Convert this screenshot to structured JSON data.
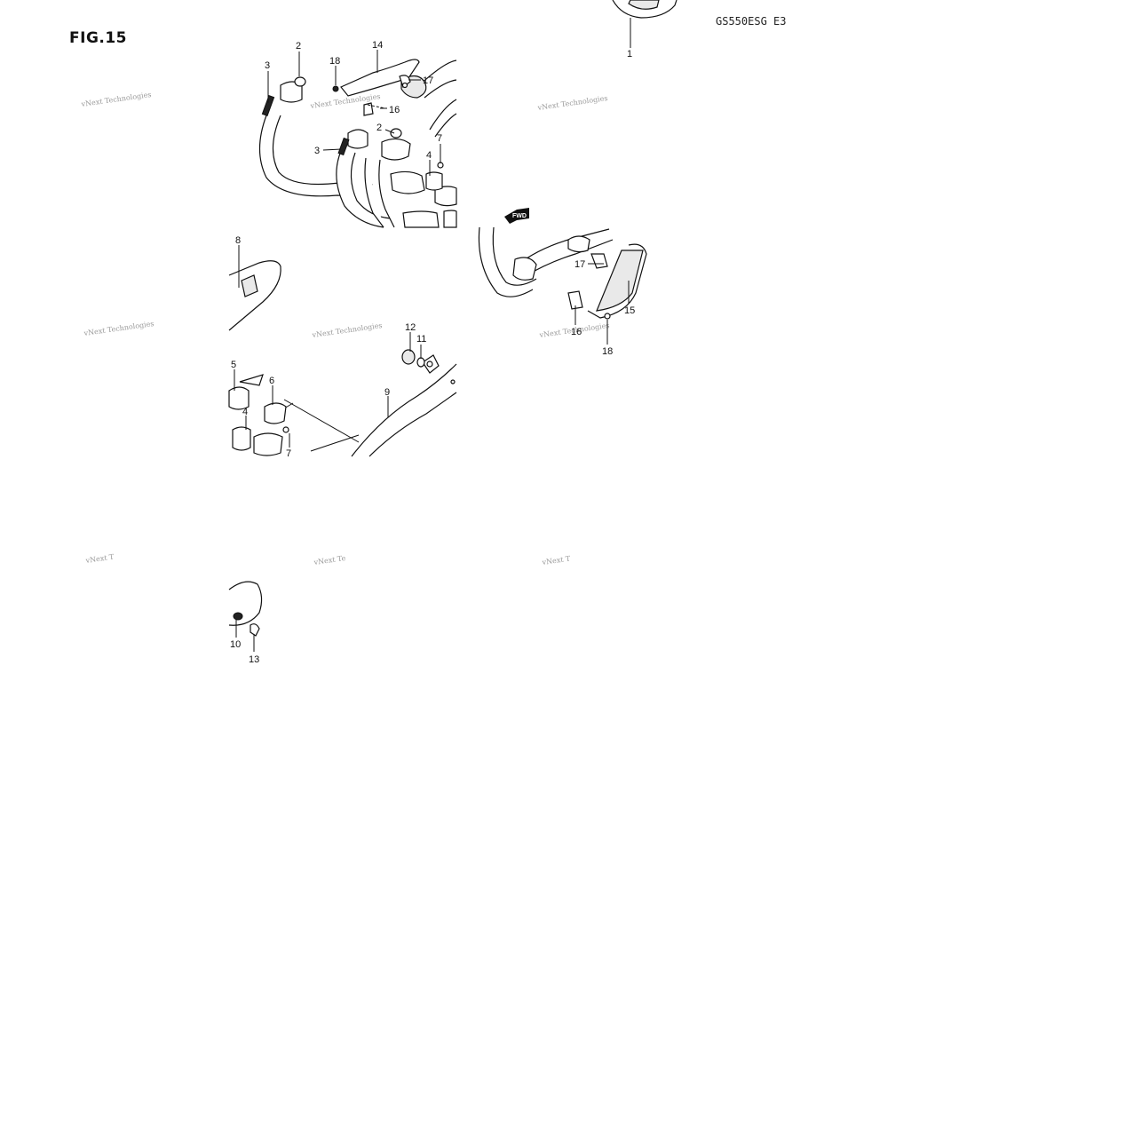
{
  "figure": {
    "title": "FIG.15",
    "model_code": "GS550ESG E3"
  },
  "callouts": [
    "1",
    "2",
    "3",
    "18",
    "14",
    "17",
    "16",
    "2",
    "3",
    "4",
    "7",
    "8",
    "17",
    "15",
    "16",
    "18",
    "12",
    "11",
    "5",
    "6",
    "9",
    "4",
    "7",
    "10",
    "13"
  ],
  "fwd_label": "FWD",
  "watermarks": {
    "brand": "vNext Technologies",
    "cut1": "vNext T",
    "cut2": "vNext Te",
    "cut3": "vNext T"
  }
}
